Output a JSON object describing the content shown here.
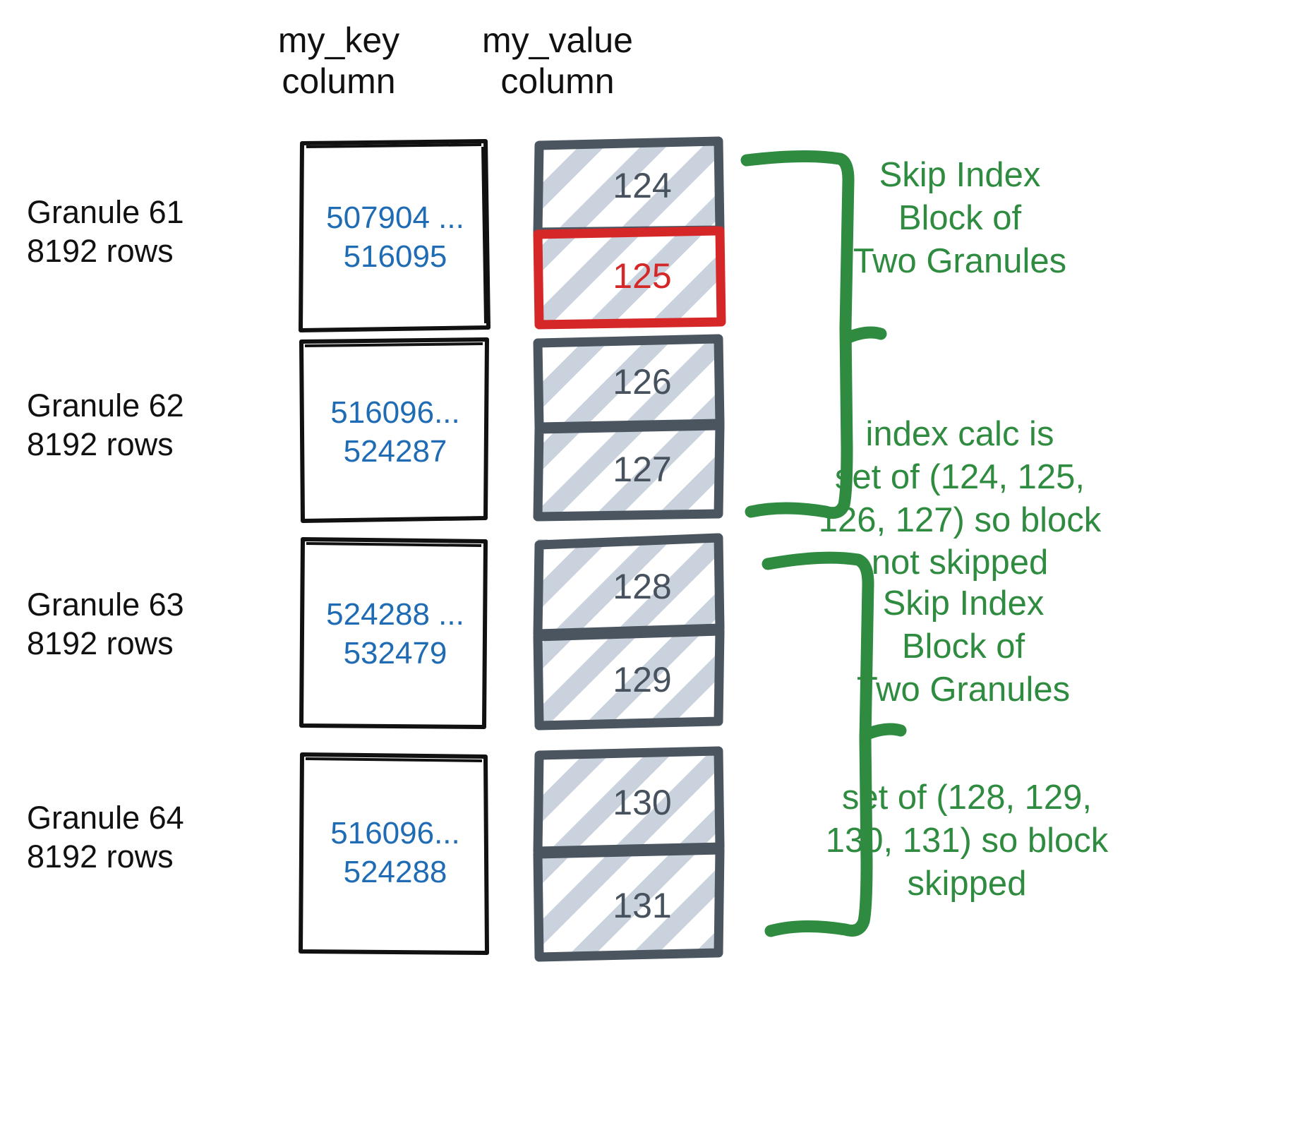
{
  "columns": {
    "key_header": "my_key\ncolumn",
    "value_header": "my_value\ncolumn"
  },
  "colors": {
    "key_text": "#1f6cb4",
    "value_text": "#47525e",
    "highlight": "#d62728",
    "annotation": "#2e8b3f",
    "block_border": "#4a5560",
    "hatch": "#c9d2dd",
    "outline": "#111111"
  },
  "granules": [
    {
      "label": "Granule 61\n8192 rows",
      "key_range": "507904 ...\n516095",
      "values": [
        {
          "text": "124",
          "highlighted": false
        },
        {
          "text": "125",
          "highlighted": true
        }
      ]
    },
    {
      "label": "Granule 62\n8192 rows",
      "key_range": "516096...\n524287",
      "values": [
        {
          "text": "126",
          "highlighted": false
        },
        {
          "text": "127",
          "highlighted": false
        }
      ]
    },
    {
      "label": "Granule 63\n8192 rows",
      "key_range": "524288 ...\n532479",
      "values": [
        {
          "text": "128",
          "highlighted": false
        },
        {
          "text": "129",
          "highlighted": false
        }
      ]
    },
    {
      "label": "Granule 64\n8192 rows",
      "key_range": "516096...\n524288",
      "values": [
        {
          "text": "130",
          "highlighted": false
        },
        {
          "text": "131",
          "highlighted": false
        }
      ]
    }
  ],
  "annotations": [
    {
      "text": "Skip Index\nBlock of\nTwo Granules"
    },
    {
      "text": "index calc is\nset of (124, 125,\n126, 127) so block\nnot skipped"
    },
    {
      "text": "Skip Index\nBlock of\nTwo Granules"
    },
    {
      "text": "set of (128, 129,\n130, 131) so block\nskipped"
    }
  ]
}
